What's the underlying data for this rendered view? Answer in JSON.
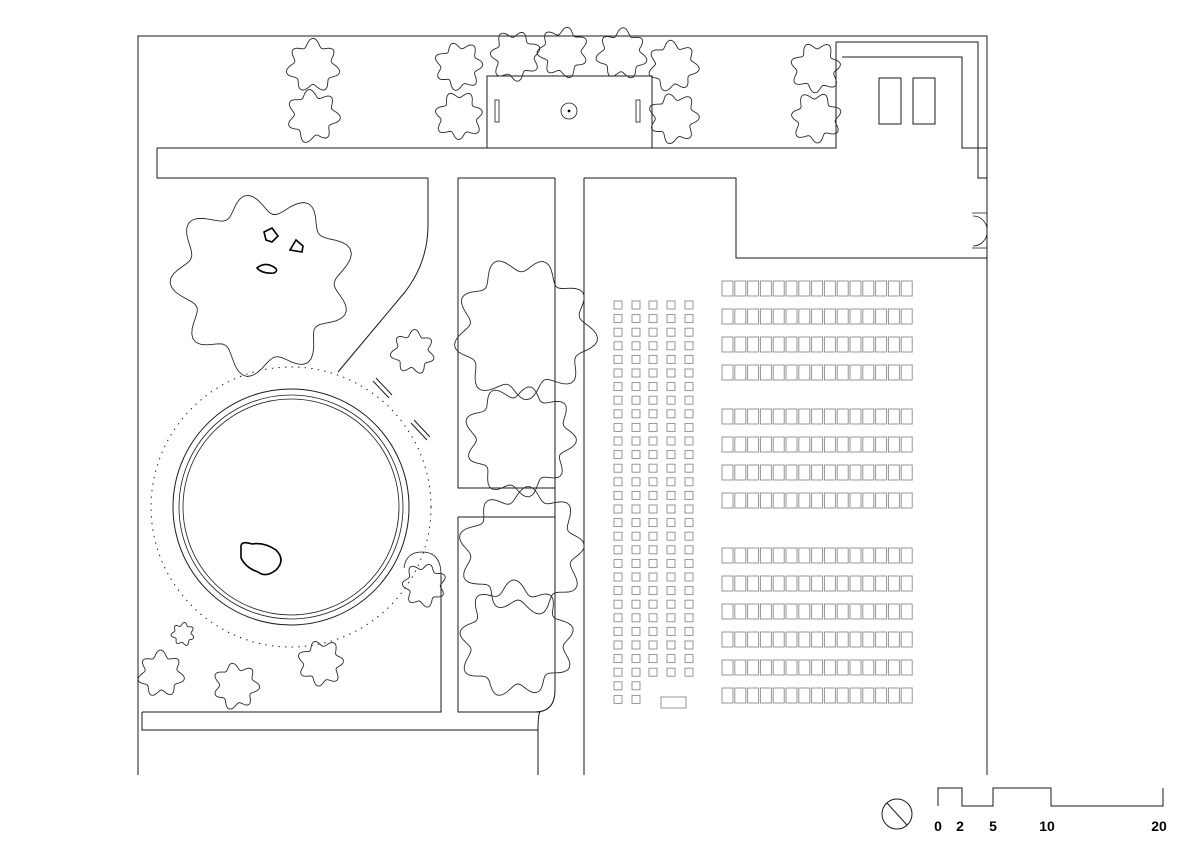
{
  "scale_bar": {
    "labels": [
      "0",
      "2",
      "5",
      "10",
      "20"
    ]
  },
  "north_arrow": {
    "icon": "north-arrow-icon"
  },
  "seating": {
    "small_grid": {
      "columns": 5,
      "rows": 30
    },
    "large_grid_blocks": [
      {
        "rows": 4,
        "columns": 15
      },
      {
        "rows": 4,
        "columns": 15
      },
      {
        "rows": 6,
        "columns": 15
      }
    ]
  }
}
